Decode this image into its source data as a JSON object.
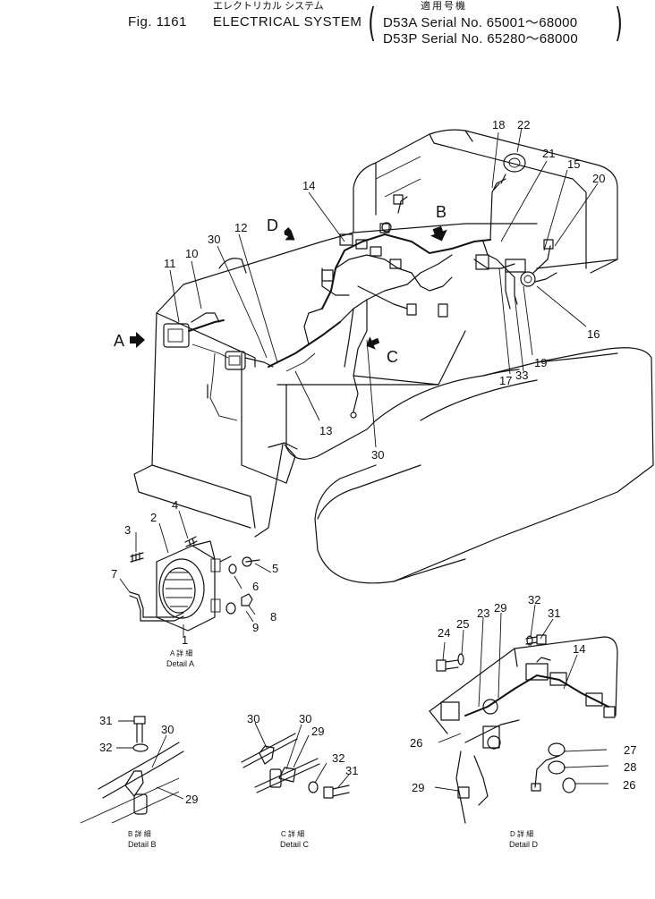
{
  "header": {
    "fig_label": "Fig. 1161",
    "title": "ELECTRICAL SYSTEM",
    "title_jp": "エレクトリカル システム",
    "applicable_jp": "適用号機",
    "serial_lines": [
      "D53A  Serial  No.  65001～68000",
      "D53P  Serial  No.  65280～68000"
    ]
  },
  "view_arrows": [
    "A",
    "B",
    "C",
    "D"
  ],
  "main_callouts": [
    "10",
    "11",
    "12",
    "13",
    "14",
    "15",
    "16",
    "17",
    "18",
    "19",
    "20",
    "21",
    "22",
    "30",
    "30",
    "33"
  ],
  "details": [
    {
      "caption_jp": "A 詳 細",
      "caption": "Detail A",
      "callouts": [
        "1",
        "2",
        "3",
        "4",
        "5",
        "6",
        "7",
        "8",
        "9"
      ]
    },
    {
      "caption_jp": "B 詳 細",
      "caption": "Detail B",
      "callouts": [
        "29",
        "30",
        "31",
        "32"
      ]
    },
    {
      "caption_jp": "C 詳 細",
      "caption": "Detail C",
      "callouts": [
        "29",
        "30",
        "30",
        "31",
        "32"
      ]
    },
    {
      "caption_jp": "D 詳 細",
      "caption": "Detail D",
      "callouts": [
        "14",
        "23",
        "24",
        "25",
        "26",
        "26",
        "27",
        "28",
        "29",
        "29",
        "31",
        "32"
      ]
    }
  ]
}
